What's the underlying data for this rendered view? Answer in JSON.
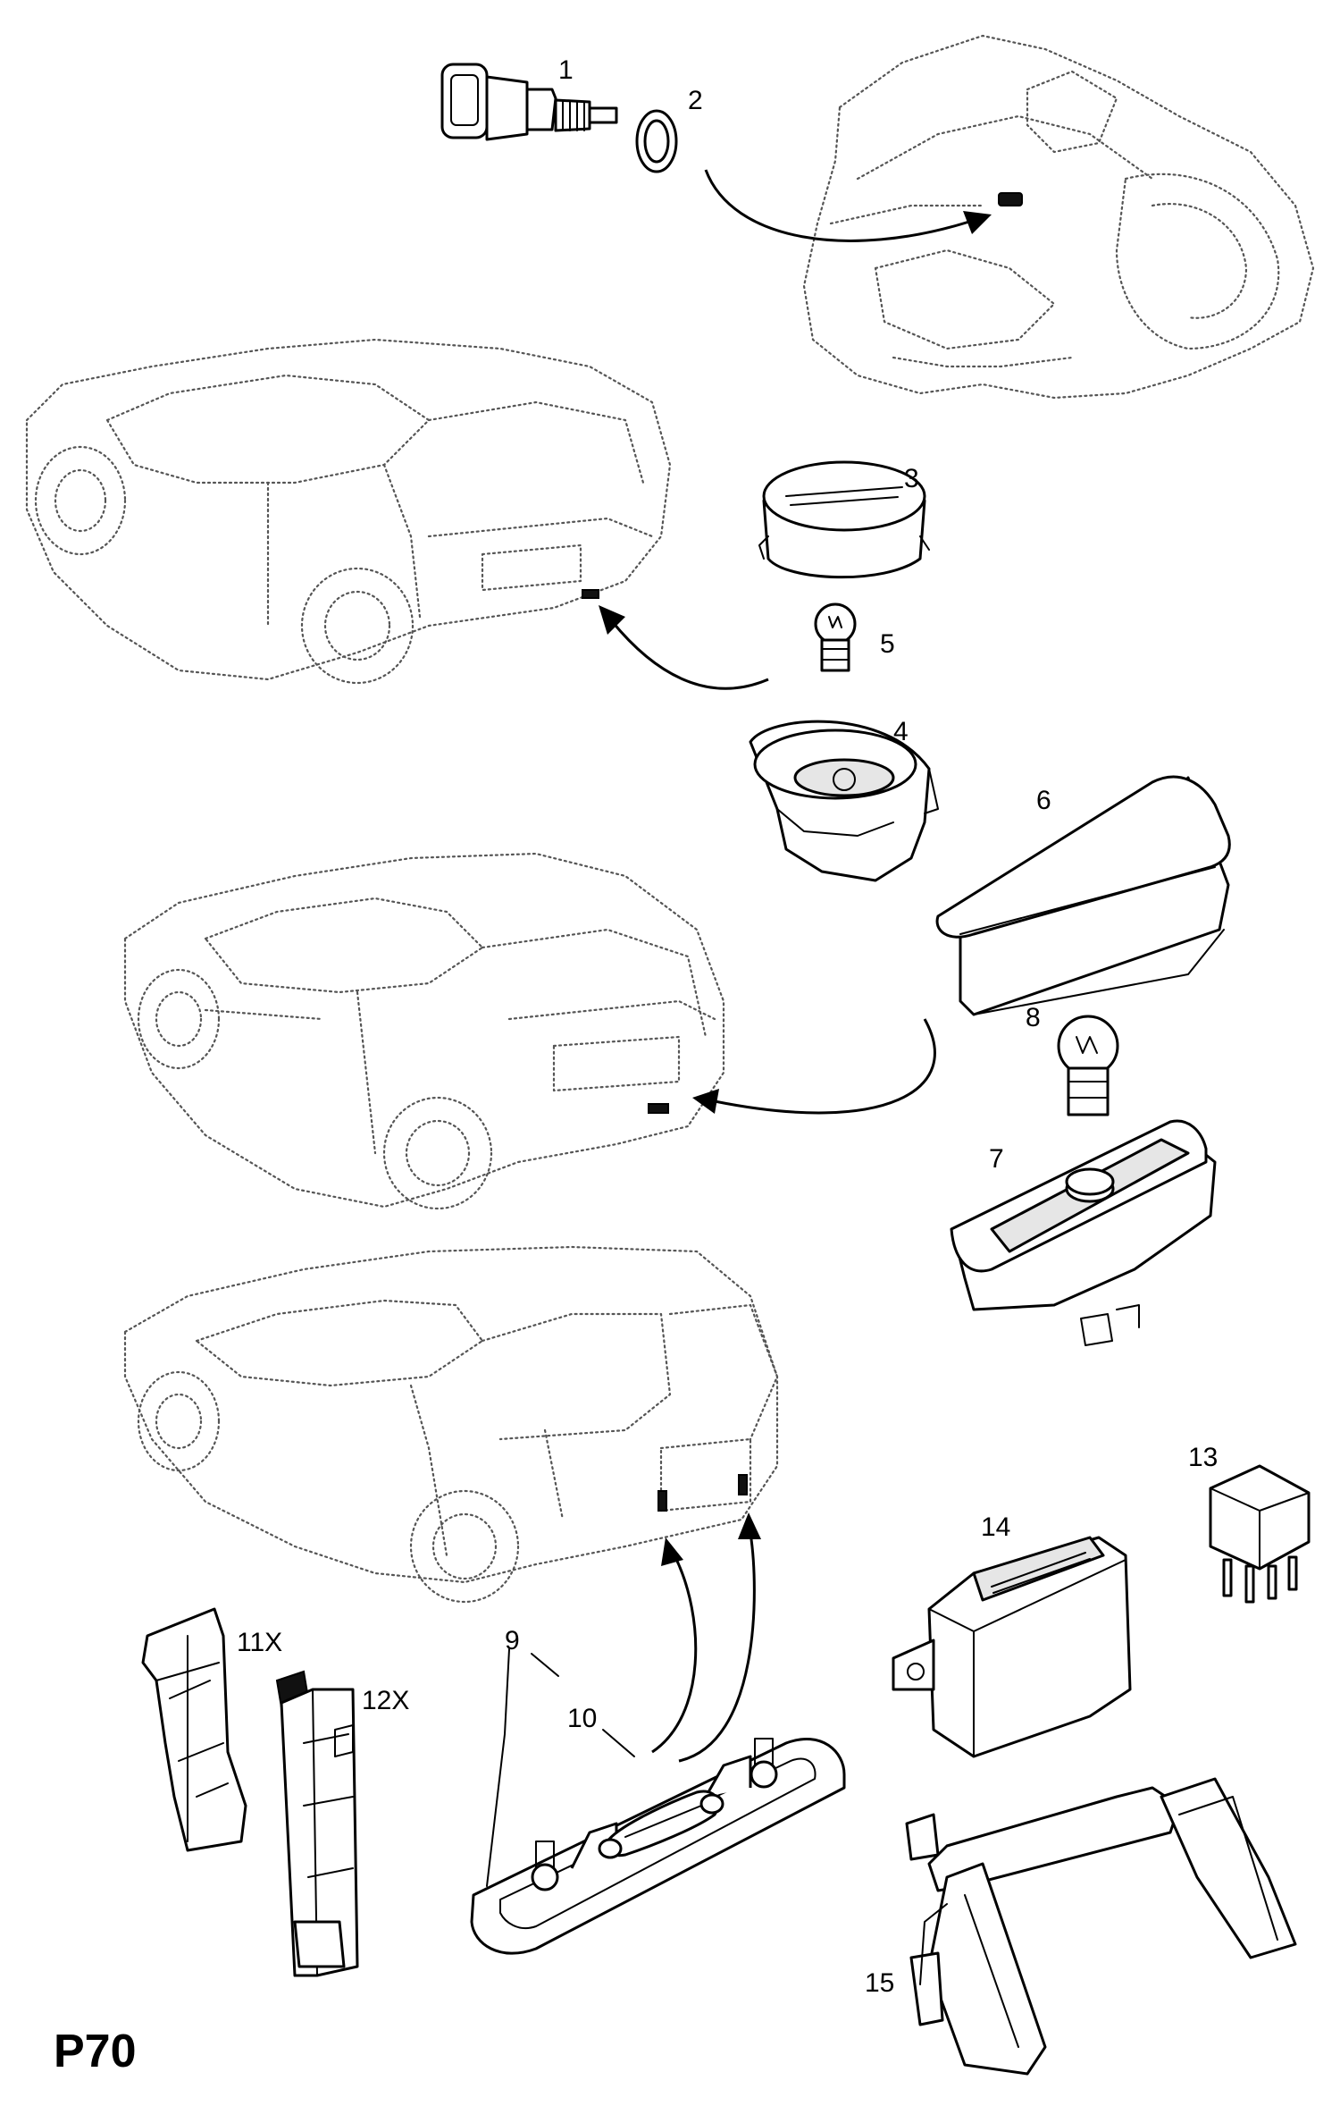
{
  "page_ref": "P70",
  "callouts": [
    "1",
    "2",
    "3",
    "4",
    "5",
    "6",
    "7",
    "8",
    "9",
    "10",
    "11X",
    "12X",
    "13",
    "14",
    "15"
  ]
}
